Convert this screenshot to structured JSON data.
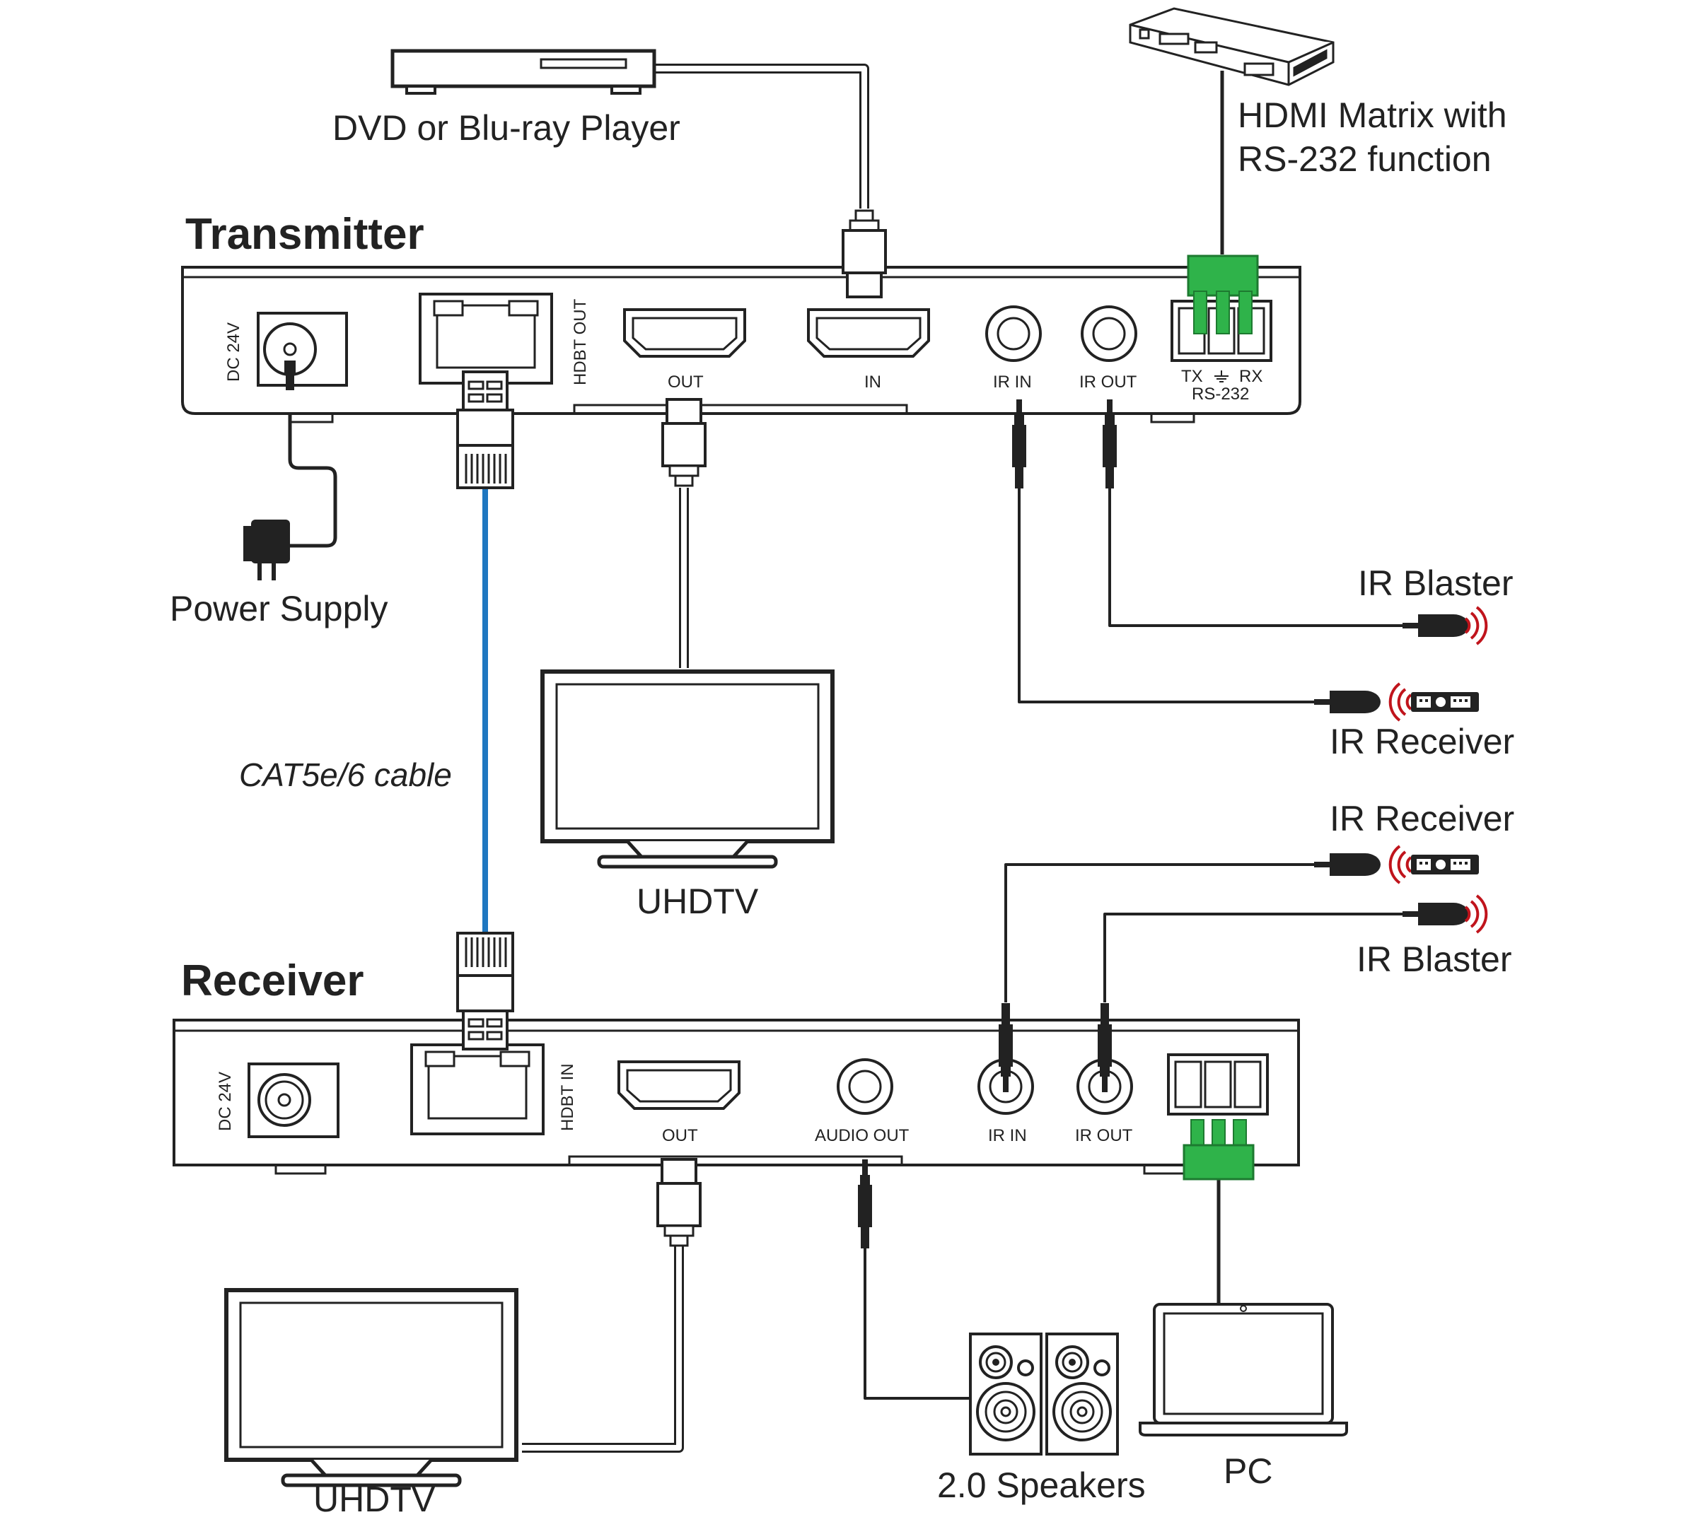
{
  "transmitter": {
    "title": "Transmitter",
    "ports": {
      "dc": "DC 24V",
      "hdbt": "HDBT OUT",
      "hdmi_out": "OUT",
      "hdmi_in": "IN",
      "ir_in": "IR IN",
      "ir_out": "IR OUT",
      "rs232_tx": "TX",
      "rs232_rx": "RX",
      "rs232_name": "RS-232"
    }
  },
  "receiver": {
    "title": "Receiver",
    "ports": {
      "dc": "DC 24V",
      "hdbt": "HDBT IN",
      "hdmi_out": "OUT",
      "audio_out": "AUDIO OUT",
      "ir_in": "IR IN",
      "ir_out": "IR OUT"
    }
  },
  "devices": {
    "dvd": "DVD or Blu-ray Player",
    "matrix_line1": "HDMI Matrix with",
    "matrix_line2": "RS-232 function",
    "power": "Power Supply",
    "uhdtv_tx": "UHDTV",
    "uhdtv_rx": "UHDTV",
    "ir_blaster_tx": "IR Blaster",
    "ir_receiver_tx": "IR Receiver",
    "ir_receiver_rx": "IR Receiver",
    "ir_blaster_rx": "IR Blaster",
    "speakers": "2.0 Speakers",
    "pc": "PC"
  },
  "cable": {
    "label": "CAT5e/6 cable"
  },
  "colors": {
    "line": "#222222",
    "cat_cable": "#1f77c0",
    "terminal_green": "#2fb34a",
    "ir_wave": "#c0141c"
  }
}
